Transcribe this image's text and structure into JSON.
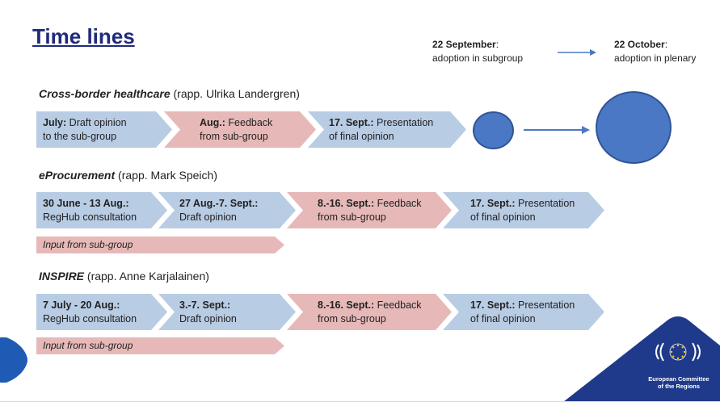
{
  "title": "Time lines",
  "adoption": {
    "subgroup_date": "22 September",
    "subgroup_text": "adoption in subgroup",
    "plenary_date": "22 October",
    "plenary_text": "adoption in plenary"
  },
  "sections": [
    {
      "name": "Cross-border healthcare",
      "rapp": " (rapp. Ulrika Landergren)",
      "steps": [
        {
          "bold": "July:",
          "text": " Draft opinion",
          "line2": "to the sub-group",
          "color": "blue"
        },
        {
          "bold": "Aug.:",
          "text": " Feedback",
          "line2": "from sub-group",
          "color": "pink"
        },
        {
          "bold": "17. Sept.:",
          "text": " Presentation",
          "line2": "of final opinion",
          "color": "blue"
        }
      ]
    },
    {
      "name": "eProcurement",
      "rapp": " (rapp. Mark Speich)",
      "steps": [
        {
          "bold": "30 June - 13 Aug.:",
          "text": "",
          "line2": "RegHub consultation",
          "color": "blue"
        },
        {
          "bold": "27 Aug.-7. Sept.:",
          "text": "",
          "line2": "Draft opinion",
          "color": "blue"
        },
        {
          "bold": "8.-16. Sept.:",
          "text": " Feedback",
          "line2": "from sub-group",
          "color": "pink"
        },
        {
          "bold": "17. Sept.:",
          "text": " Presentation",
          "line2": "of final opinion",
          "color": "blue"
        }
      ],
      "input_label": "Input from sub-group"
    },
    {
      "name": "INSPIRE",
      "rapp": " (rapp. Anne Karjalainen)",
      "steps": [
        {
          "bold": "7 July - 20 Aug.:",
          "text": "",
          "line2": "RegHub consultation",
          "color": "blue"
        },
        {
          "bold": "3.-7. Sept.:",
          "text": "",
          "line2": "Draft opinion",
          "color": "blue"
        },
        {
          "bold": "8.-16. Sept.:",
          "text": " Feedback",
          "line2": "from sub-group",
          "color": "pink"
        },
        {
          "bold": "17. Sept.:",
          "text": " Presentation",
          "line2": "of final opinion",
          "color": "blue"
        }
      ],
      "input_label": "Input from sub-group"
    }
  ],
  "logo": {
    "line1": "European Committee",
    "line2": "of the Regions"
  },
  "colors": {
    "title": "#1f2a7a",
    "step_blue": "#b8cce4",
    "step_pink": "#e6b9b8",
    "circle": "#4a78c4",
    "arrow": "#4a78c4",
    "logo_bg": "#1f3a8a"
  }
}
